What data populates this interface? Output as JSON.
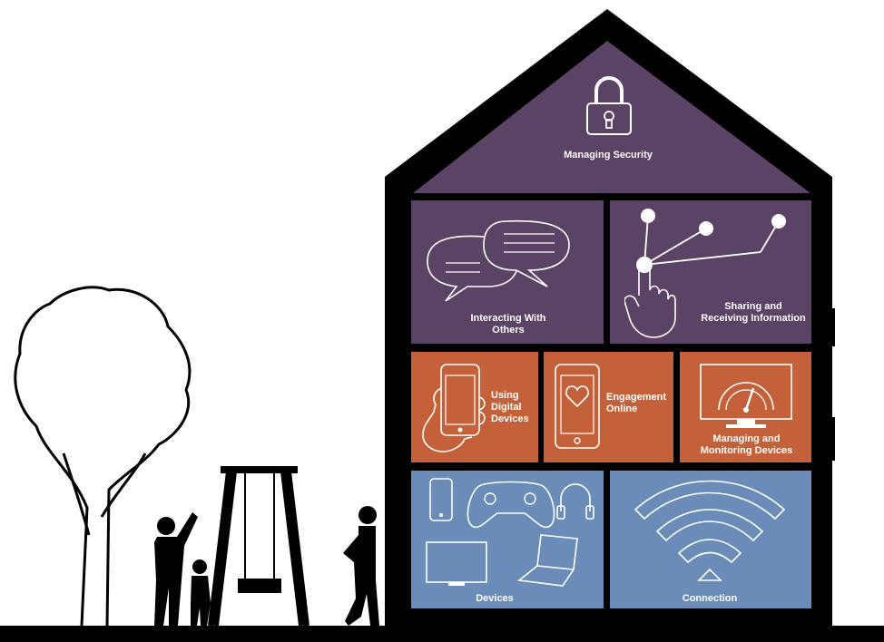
{
  "colors": {
    "purple": "#5b4366",
    "orange": "#c4613a",
    "blue": "#6b8cb8",
    "frame": "#000000",
    "icon_stroke": "#ffffff"
  },
  "rooms": {
    "security": {
      "label": "Managing Security",
      "icon": "padlock-icon",
      "color": "purple"
    },
    "interacting": {
      "label": "Interacting With\nOthers",
      "icon": "speech-bubbles-icon",
      "color": "purple"
    },
    "sharing": {
      "label": "Sharing and\nReceiving Information",
      "icon": "network-hand-icon",
      "color": "purple"
    },
    "using": {
      "label": "Using\nDigital\nDevices",
      "icon": "hand-phone-icon",
      "color": "orange"
    },
    "engagement": {
      "label": "Engagement\nOnline",
      "icon": "heart-phone-icon",
      "color": "orange"
    },
    "monitoring": {
      "label": "Managing and\nMonitoring Devices",
      "icon": "gauge-monitor-icon",
      "color": "orange"
    },
    "devices": {
      "label": "Devices",
      "icon": "devices-icon",
      "color": "blue"
    },
    "connection": {
      "label": "Connection",
      "icon": "wifi-icon",
      "color": "blue"
    }
  }
}
